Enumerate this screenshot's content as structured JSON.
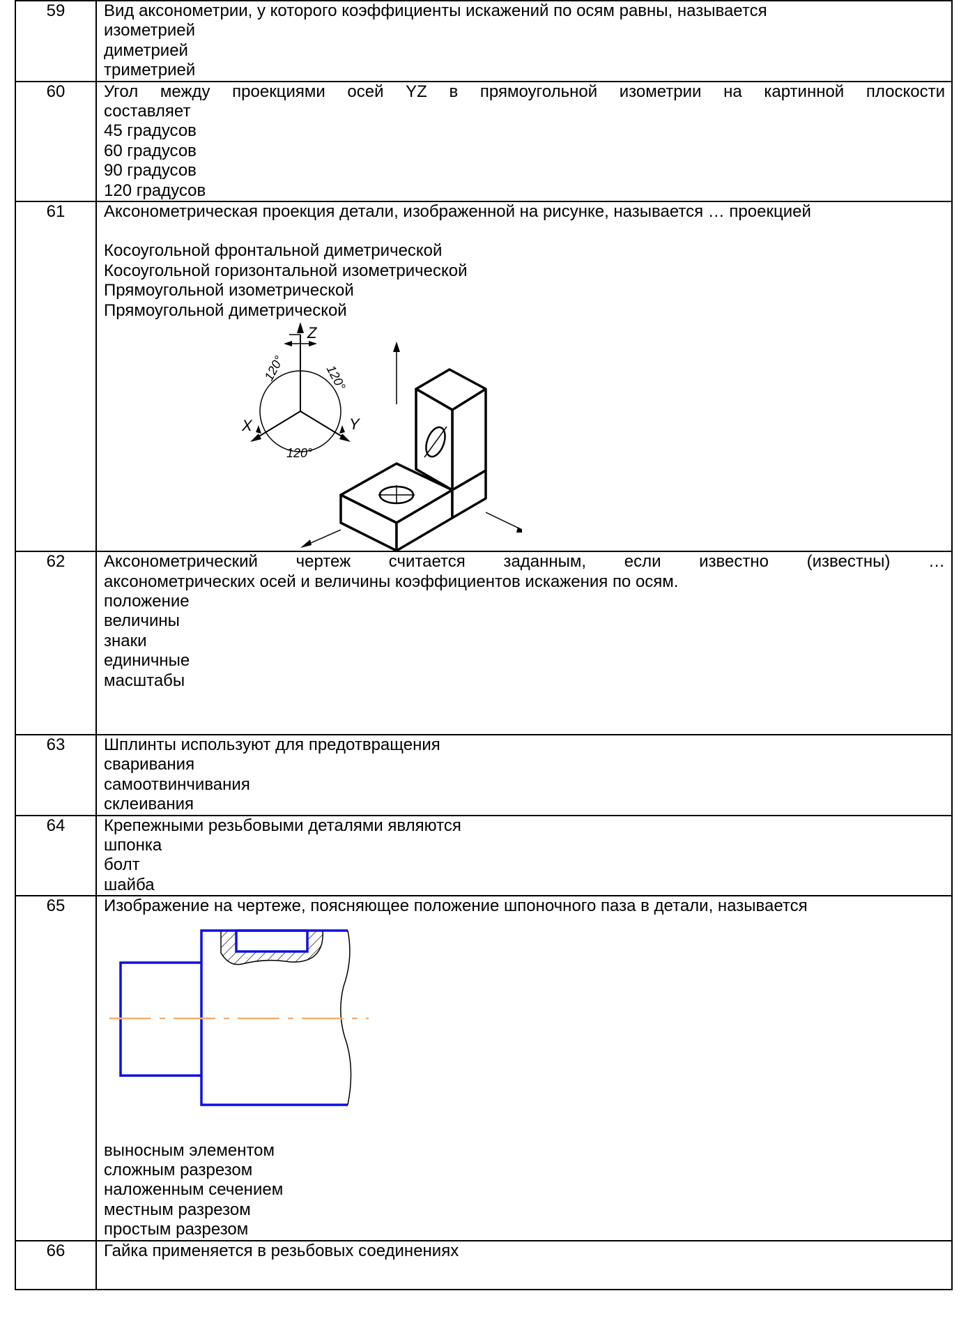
{
  "questions": [
    {
      "num": "59",
      "question": "Вид аксонометрии, у которого коэффициенты искажений по осям равны, называется",
      "options": [
        "изометрией",
        "диметрией",
        "триметрией"
      ]
    },
    {
      "num": "60",
      "question_l1": "Угол между проекциями осей YZ в прямоугольной изометрии на картинной плоскости",
      "question_l2": "составляет",
      "options": [
        "45 градусов",
        "60 градусов",
        "90 градусов",
        "120 градусов"
      ]
    },
    {
      "num": "61",
      "question": "Аксонометрическая проекция детали, изображенной на рисунке, называется … проекцией",
      "options": [
        "Косоугольной фронтальной диметрической",
        "Косоугольной горизонтальной изометрической",
        "Прямоугольной изометрической",
        "Прямоугольной диметрической"
      ],
      "figure": {
        "axis_z": "Z",
        "axis_x": "X",
        "axis_y": "Y",
        "angle_left": "120°",
        "angle_right": "120°",
        "angle_bottom": "120°"
      }
    },
    {
      "num": "62",
      "question_l1": "Аксонометрический чертеж считается заданным, если известно (известны) …",
      "question_l2": "аксонометрических осей и величины коэффициентов искажения по осям.",
      "options": [
        "положение",
        "величины",
        "знаки",
        "единичные",
        "масштабы"
      ]
    },
    {
      "num": "63",
      "question": "Шплинты используют для предотвращения",
      "options": [
        "сваривания",
        "самоотвинчивания",
        "склеивания"
      ]
    },
    {
      "num": "64",
      "question": "Крепежными резьбовыми деталями являются",
      "options": [
        "шпонка",
        "болт",
        "шайба"
      ]
    },
    {
      "num": "65",
      "question": "Изображение на чертеже, поясняющее положение шпоночного паза в детали, называется",
      "options": [
        "выносным элементом",
        "сложным разрезом",
        "наложенным сечением",
        "местным разрезом",
        "простым разрезом"
      ]
    },
    {
      "num": "66",
      "question": "Гайка применяется в резьбовых соединениях"
    }
  ],
  "colors": {
    "drawing_blue": "#1010e0",
    "centerline_orange": "#f5b070"
  }
}
